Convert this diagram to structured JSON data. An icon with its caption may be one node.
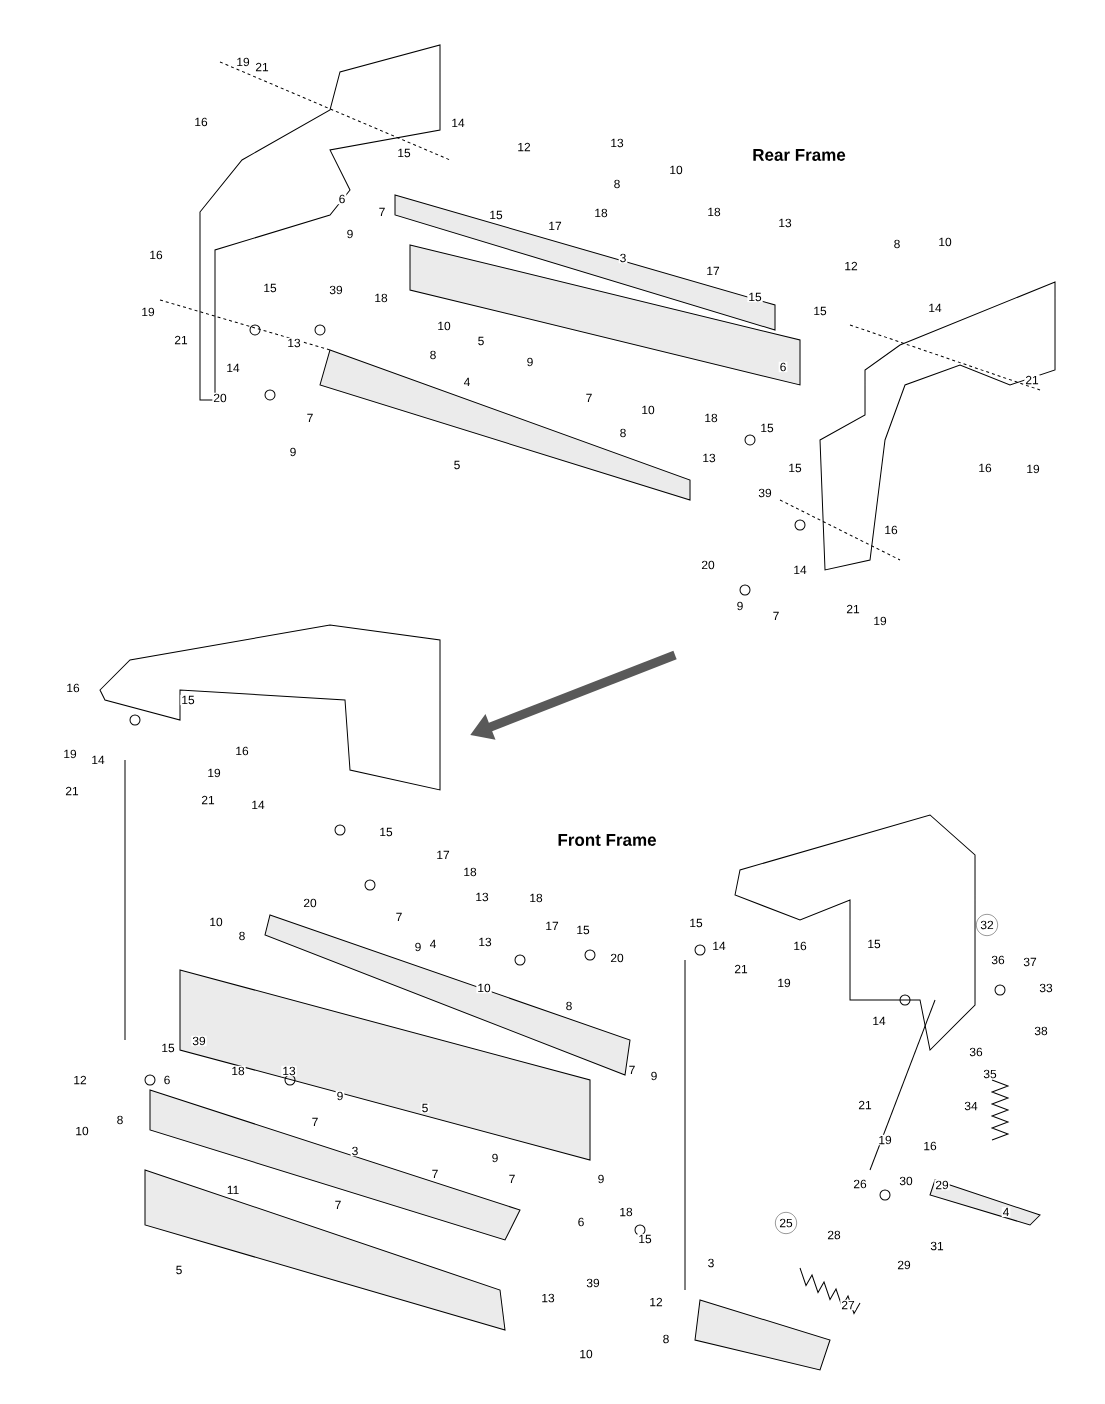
{
  "diagram": {
    "labels": [
      "19",
      "21",
      "16",
      "14",
      "12",
      "13",
      "10",
      "8",
      "Rear Frame",
      "15",
      "6",
      "15",
      "18",
      "17",
      "7",
      "9",
      "3",
      "18",
      "13",
      "10",
      "8",
      "17",
      "12",
      "15",
      "14",
      "16",
      "15",
      "39",
      "18",
      "10",
      "19",
      "21",
      "5",
      "15",
      "14",
      "13",
      "8",
      "9",
      "6",
      "20",
      "4",
      "7",
      "7",
      "9",
      "21",
      "16",
      "19",
      "10",
      "18",
      "15",
      "8",
      "5",
      "13",
      "39",
      "15",
      "16",
      "20",
      "14",
      "9",
      "7",
      "21",
      "19",
      "16",
      "15",
      "19",
      "14",
      "21",
      "16",
      "19",
      "21",
      "14",
      "15",
      "Front Frame",
      "17",
      "18",
      "13",
      "20",
      "10",
      "8",
      "7",
      "9",
      "18",
      "17",
      "15",
      "13",
      "4",
      "20",
      "10",
      "8",
      "15",
      "14",
      "16",
      "21",
      "19",
      "15",
      "14",
      "32",
      "36",
      "37",
      "33",
      "36",
      "38",
      "35",
      "34",
      "21",
      "19",
      "16",
      "4",
      "7",
      "9",
      "15",
      "39",
      "18",
      "12",
      "6",
      "13",
      "9",
      "7",
      "8",
      "10",
      "5",
      "3",
      "9",
      "7",
      "7",
      "9",
      "11",
      "7",
      "6",
      "26",
      "30",
      "29",
      "25",
      "28",
      "31",
      "29",
      "18",
      "15",
      "5",
      "13",
      "39",
      "12",
      "3",
      "27",
      "10",
      "8"
    ]
  }
}
